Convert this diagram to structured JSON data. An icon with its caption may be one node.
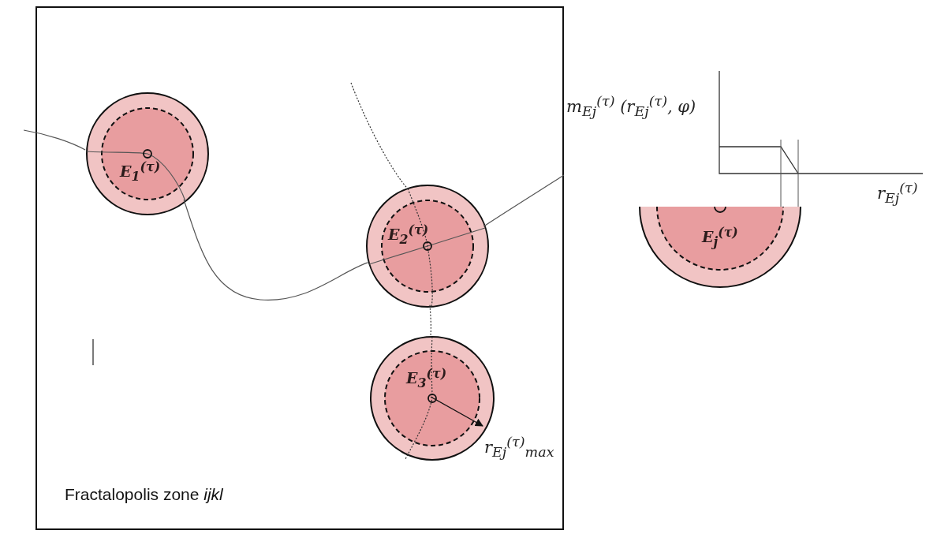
{
  "diagram": {
    "nodes": [
      {
        "text": [
          "Fractalopolis zone *ijkl*"
        ]
      },
      {
        "text": [
          "E$_{1}$$^{(τ)}$"
        ],
        "in": 0
      },
      {
        "text": [
          "E$_{2}$$^{(τ)}$"
        ],
        "in": 0
      },
      {
        "text": [
          "E$_{3}$$^{(τ)}$"
        ],
        "in": 0
      },
      {
        "text": [
          "E$_{j}$$^{(τ)}$"
        ]
      }
    ],
    "edges": [
      {
        "from": null,
        "to": 1,
        "arrow": "none"
      },
      {
        "from": 1,
        "to": 2,
        "arrow": "none"
      },
      {
        "from": 2,
        "to": null,
        "arrow": "none"
      },
      {
        "from": null,
        "to": 2,
        "arrow": "none",
        "style": "dashed"
      },
      {
        "from": 2,
        "to": 3,
        "arrow": "none",
        "style": "dashed"
      }
    ],
    "labels": [
      "r$_{E}$$_{j}$$^{(τ)}$$_{max}$",
      "m$_{E}$$_{j}$$^{(τ)}$ (r$_{E}$$_{j}$$^{(τ)}$, φ)",
      "r$_{E}$$_{j}$$^{(τ)}$"
    ]
  }
}
